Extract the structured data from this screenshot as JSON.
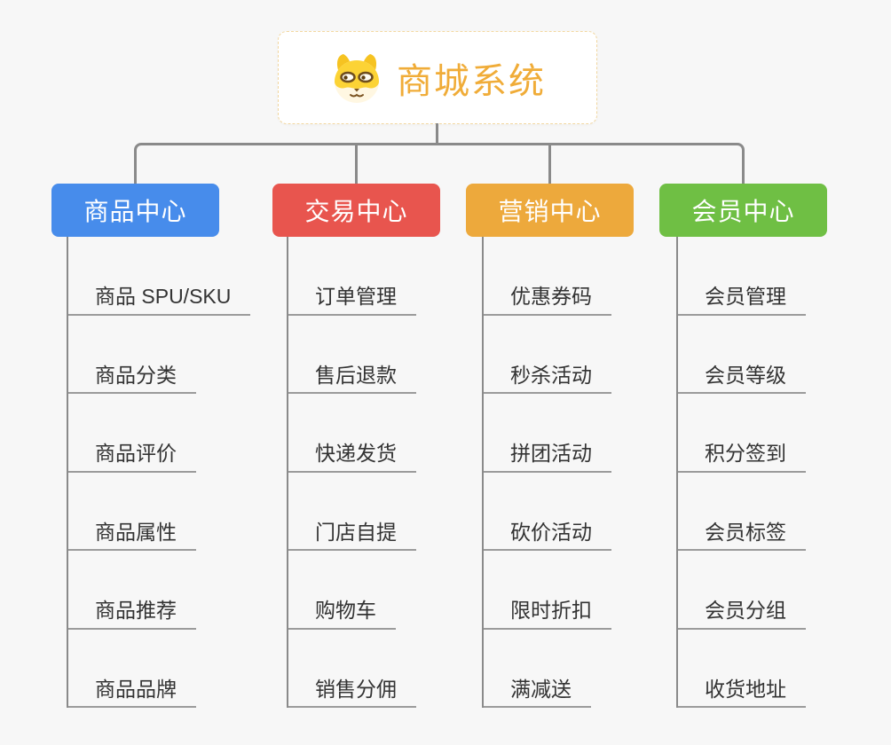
{
  "root": {
    "title": "商城系统",
    "icon": "dog-face-icon"
  },
  "branches": [
    {
      "label": "商品中心",
      "color": "#478ceb",
      "items": [
        "商品 SPU/SKU",
        "商品分类",
        "商品评价",
        "商品属性",
        "商品推荐",
        "商品品牌"
      ]
    },
    {
      "label": "交易中心",
      "color": "#e8554e",
      "items": [
        "订单管理",
        "售后退款",
        "快递发货",
        "门店自提",
        "购物车",
        "销售分佣"
      ]
    },
    {
      "label": "营销中心",
      "color": "#eda93c",
      "items": [
        "优惠券码",
        "秒杀活动",
        "拼团活动",
        "砍价活动",
        "限时折扣",
        "满减送"
      ]
    },
    {
      "label": "会员中心",
      "color": "#6fbf44",
      "items": [
        "会员管理",
        "会员等级",
        "积分签到",
        "会员标签",
        "会员分组",
        "收货地址"
      ]
    }
  ],
  "colors": {
    "title_text": "#f0ac38",
    "connector": "#8a8a8a",
    "underline": "#9b9b9b",
    "root_border": "#f2d7a0",
    "item_text": "#333333",
    "background": "#f7f7f7"
  }
}
